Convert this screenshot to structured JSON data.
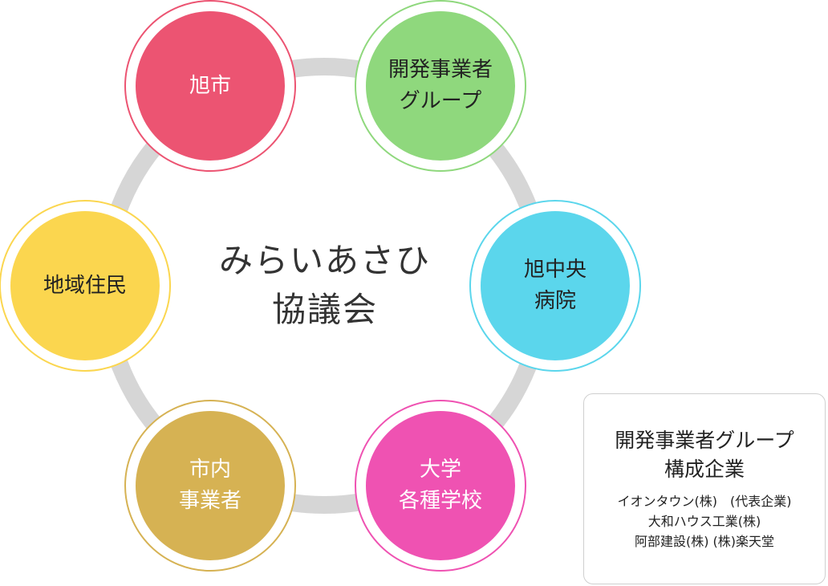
{
  "center_title": "みらいあさひ\n協議会",
  "nodes": [
    {
      "id": "asahi-city",
      "label": "旭市",
      "color": "#ec5472",
      "ring": "#ec5472",
      "text_light": true
    },
    {
      "id": "developer-group",
      "label": "開発事業者\nグループ",
      "color": "#8fd87d",
      "ring": "#8fd87d",
      "text_light": false
    },
    {
      "id": "asahi-central-hospital",
      "label": "旭中央\n病院",
      "color": "#5bd6ec",
      "ring": "#5bd6ec",
      "text_light": false
    },
    {
      "id": "universities-schools",
      "label": "大学\n各種学校",
      "color": "#ef52b2",
      "ring": "#ef52b2",
      "text_light": true
    },
    {
      "id": "local-businesses",
      "label": "市内\n事業者",
      "color": "#d6b253",
      "ring": "#d6b253",
      "text_light": true
    },
    {
      "id": "local-residents",
      "label": "地域住民",
      "color": "#fbd64f",
      "ring": "#fbd64f",
      "text_light": false
    }
  ],
  "ring_color": "#d6d6d6",
  "info_box": {
    "title": "開発事業者グループ\n構成企業",
    "companies": [
      "イオンタウン(株)　(代表企業)",
      "大和ハウス工業(株)",
      "阿部建設(株) (株)楽天堂"
    ]
  }
}
